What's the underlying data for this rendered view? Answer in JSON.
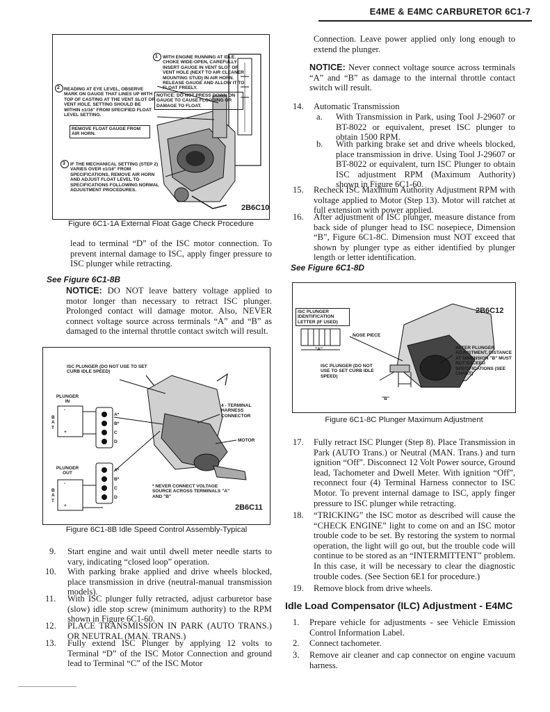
{
  "header": {
    "title": "E4ME & E4MC CARBURETOR 6C1-7"
  },
  "fig_a": {
    "note1": "WITH ENGINE RUNNING AT IDLE, CHOKE WIDE-OPEN, CAREFULLY INSERT GAUGE IN VENT SLOT OR VENT HOLE (NEXT TO AIR CLEANER MOUNTING STUD) IN AIR HORN. RELEASE GAUGE AND ALLOW IT TO FLOAT FREELY.",
    "note2": "READING AT EYE LEVEL, OBSERVE MARK ON GAUGE THAT LINES UP WITH TOP OF CASTING AT THE VENT SLOT OR VENT HOLE. SETTING SHOULD BE WITHIN ±1/16\" FROM SPECIFIED FLOAT LEVEL SETTING.",
    "notice": "NOTICE: DO NOT PRESS DOWN ON GAUGE TO CAUSE FLOODING OR DAMAGE TO FLOAT.",
    "remove": "REMOVE FLOAT GAUGE FROM AIR HORN.",
    "note3": "IF THE MECHANICAL SETTING (STEP 2) VARIES OVER ±1/16\" FROM SPECIFICATIONS, REMOVE AIR HORN AND ADJUST FLOAT LEVEL TO SPECIFICATIONS FOLLOWING NORMAL ADJUSTMENT PROCEDURES.",
    "m1": "1",
    "m2": "2",
    "m3": "3",
    "id": "2B6C10",
    "caption": "Figure 6C1-1A External Float Gage Check Procedure"
  },
  "left": {
    "para_cont": "lead to terminal “D” of the ISC motor connection. To prevent internal damage to ISC, apply finger pressure to ISC plunger while retracting.",
    "see_8b": "See Figure 6C1-8B",
    "notice_h": "NOTICE:",
    "notice_body": " DO NOT leave battery voltage applied to motor longer than necessary to retract ISC plunger. Prolonged contact will damage motor. Also, NEVER connect voltage source across terminals “A” and “B” as damaged to the internal throttle contact switch will result."
  },
  "fig_b": {
    "isc_note": "ISC PLUNGER (DO NOT USE TO SET CURB IDLE SPEED)",
    "plunger_in": "PLUNGER IN",
    "plunger_out": "PLUNGER OUT",
    "bat": "BAT",
    "harness": "4 - TERMINAL HARNESS CONNECTOR",
    "motor": "MOTOR",
    "never": "* NEVER CONNECT VOLTAGE SOURCE ACROSS TERMINALS \"A\" AND \"B\"",
    "term_a": "A*",
    "term_b": "B*",
    "term_c": "C",
    "term_d": "D",
    "plus": "+",
    "minus": "-",
    "id": "2B6C11",
    "caption": "Figure 6C1-8B Idle Speed Control Assembly-Typical"
  },
  "left_items": [
    {
      "n": "9.",
      "text": "Start engine and wait until dwell meter needle starts to vary, indicating “closed loop” operation."
    },
    {
      "n": "10.",
      "text": "With parking brake applied and drive wheels blocked, place transmission in drive (neutral-manual transmission models)."
    },
    {
      "n": "11.",
      "text": "With ISC plunger fully retracted, adjust carburetor base (slow) idle stop screw (minimum authority) to the RPM shown in Figure 6C1-60."
    },
    {
      "n": "12.",
      "text": "PLACE TRANSMISSION IN PARK (AUTO TRANS.) OR NEUTRAL (MAN. TRANS.)"
    },
    {
      "n": "13.",
      "text": "Fully extend ISC Plunger by applying 12 volts to Terminal “D” of the ISC Motor Connection and ground lead to Terminal “C” of the ISC Motor"
    }
  ],
  "right": {
    "cont": "Connection. Leave power applied only long enough to extend the plunger.",
    "notice_h": "NOTICE:",
    "notice_body": " Never connect voltage source across terminals “A” and “B” as damage to the internal throttle contact switch will result.",
    "i14_n": "14.",
    "i14": "Automatic Transmission",
    "i14a_n": "a.",
    "i14a": "With Transmission in Park, using Tool J-29607 or BT-8022 or equivalent, preset ISC plunger to obtain 1500 RPM.",
    "i14b_n": "b.",
    "i14b": "With parking brake set and drive wheels blocked, place transmission in drive. Using Tool J-29607 or BT-8022 or equivalent, turn ISC Plunger to obtain ISC adjustment RPM (Maximum Authority) shown in Figure 6C1-60.",
    "i15_n": "15.",
    "i15": "Recheck ISC Maximum Authority Adjustment RPM with voltage applied to Motor (Step 13). Motor will ratchet at full extension with power applied.",
    "i16_n": "16.",
    "i16": "After adjustment of ISC plunger, measure distance from back side of plunger head to ISC nosepiece, Dimension “B”, Figure 6C1-8C. Dimension must NOT exceed that shown by plunger type as either identified by plunger length or letter identification.",
    "see_8d": "See Figure 6C1-8D"
  },
  "fig_c": {
    "ident": "ISC PLUNGER IDENTIFICATION LETTER (IF USED)",
    "nose": "NOSE PIECE",
    "dim_a": "\"A\"",
    "dim_b": "\"B\"",
    "isc_note": "ISC PLUNGER (DO NOT USE TO SET CURB IDLE SPEED)",
    "after": "AFTER PLUNGER ADJUSTMENT, DISTANCE AT DIMENSION \"B\" MUST NOT EXCEED SPECIFICATIONS (SEE CHART)",
    "id": "2B6C12",
    "caption": "Figure 6C1-8C Plunger Maximum Adjustment"
  },
  "right_items": [
    {
      "n": "17.",
      "text": "Fully retract ISC Plunger (Step 8). Place Transmission in Park (AUTO Trans.) or Neutral (MAN. Trans.) and turn ignition “Off”. Disconnect 12 Volt Power source, Ground lead, Tachometer and Dwell Meter. With ignition “Off”, reconnect four (4) Terminal Harness connector to ISC Motor. To prevent internal damage to ISC, apply finger pressure to ISC plunger while retracting."
    },
    {
      "n": "18.",
      "text": "“TRICKING” the ISC motor as described will cause the “CHECK ENGINE” light to come on and an ISC motor trouble code to be set. By restoring the system to normal operation, the light will go out, but the trouble code will continue to be stored as an “INTERMITTENT” problem. In this case, it will be necessary to clear the diagnostic trouble codes. (See Section 6E1 for procedure.)"
    },
    {
      "n": "19.",
      "text": "Remove block from drive wheels."
    }
  ],
  "section": {
    "title": "Idle Load Compensator (ILC) Adjustment - E4MC"
  },
  "ilc_items": [
    {
      "n": "1.",
      "text": "Prepare vehicle for adjustments - see Vehicle Emission Control Information Label."
    },
    {
      "n": "2.",
      "text": "Connect tachometer."
    },
    {
      "n": "3.",
      "text": "Remove air cleaner and cap connector on engine vacuum harness."
    }
  ]
}
